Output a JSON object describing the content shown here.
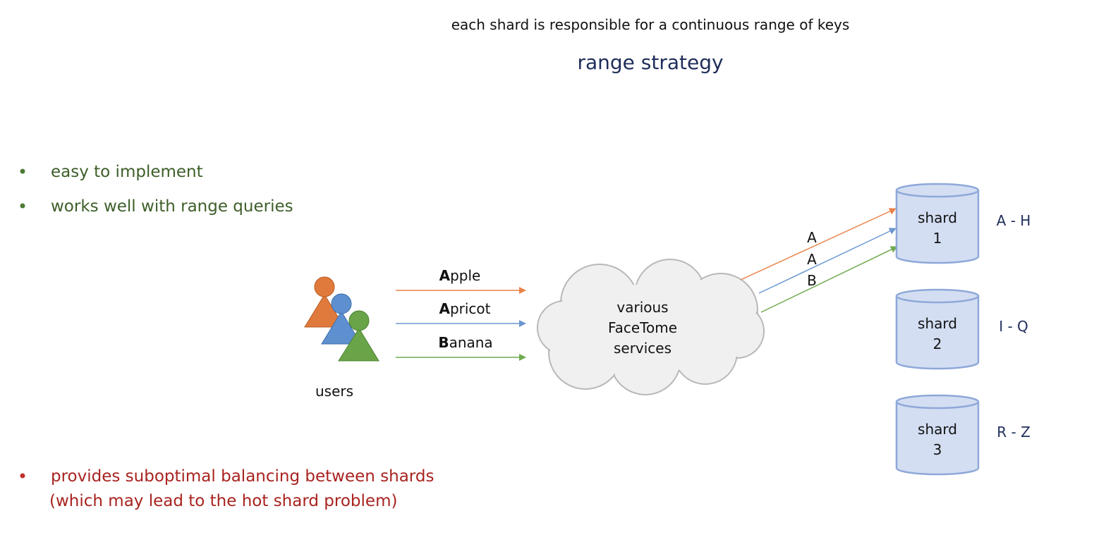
{
  "header": {
    "subtitle": "each shard is responsible for a continuous range of keys",
    "title": "range strategy"
  },
  "pros": [
    "easy to implement",
    "works well with range queries"
  ],
  "cons": [
    "provides suboptimal balancing between shards",
    "(which may lead to the hot shard problem)"
  ],
  "users": {
    "label": "users"
  },
  "requests": [
    {
      "first": "A",
      "rest": "pple",
      "color": "#E8834A"
    },
    {
      "first": "A",
      "rest": "pricot",
      "color": "#6A97D0"
    },
    {
      "first": "B",
      "rest": "anana",
      "color": "#6FAA4F"
    }
  ],
  "cloud": {
    "lines": [
      "various",
      "FaceTome",
      "services"
    ]
  },
  "routed_keys": [
    "A",
    "A",
    "B"
  ],
  "shards": [
    {
      "name": "shard",
      "number": "1",
      "range": "A - H"
    },
    {
      "name": "shard",
      "number": "2",
      "range": "I - Q"
    },
    {
      "name": "shard",
      "number": "3",
      "range": "R - Z"
    }
  ],
  "colors": {
    "pros_text": "#3E5E29",
    "pros_bullet": "#4E7A34",
    "cons_text": "#A8231F",
    "cons_bullet": "#C2302A",
    "title": "#1F2D5A",
    "range_text": "#1F2D5A",
    "user_orange": "#E07A3C",
    "user_blue": "#5E8FCF",
    "user_green": "#6AA448",
    "shard_fill": "#D3DEF3",
    "shard_stroke": "#8EA8D8",
    "cloud_fill": "#F0F0F0",
    "cloud_stroke": "#B8B8B8"
  }
}
